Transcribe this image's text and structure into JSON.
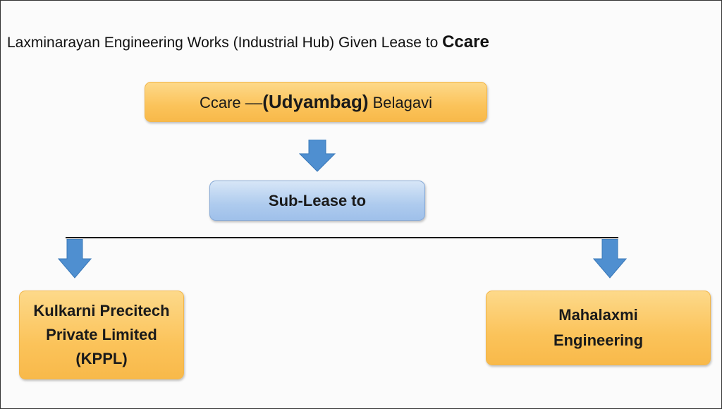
{
  "title": {
    "prefix": "Laxminarayan Engineering Works (Industrial Hub) Given Lease to ",
    "emphasis": "Ccare"
  },
  "top_box": {
    "part1": "Ccare ––",
    "part2": "(Udyambag)",
    "part3": " Belagavi"
  },
  "middle_box": {
    "label": "Sub-Lease to"
  },
  "left_box": {
    "lines": [
      "Kulkarni Precitech",
      "Private Limited",
      "(KPPL)"
    ]
  },
  "right_box": {
    "lines": [
      "Mahalaxmi",
      "Engineering"
    ]
  },
  "colors": {
    "orange": "#fbc35a",
    "blue": "#aecbee",
    "arrow": "#4f8fd0"
  }
}
